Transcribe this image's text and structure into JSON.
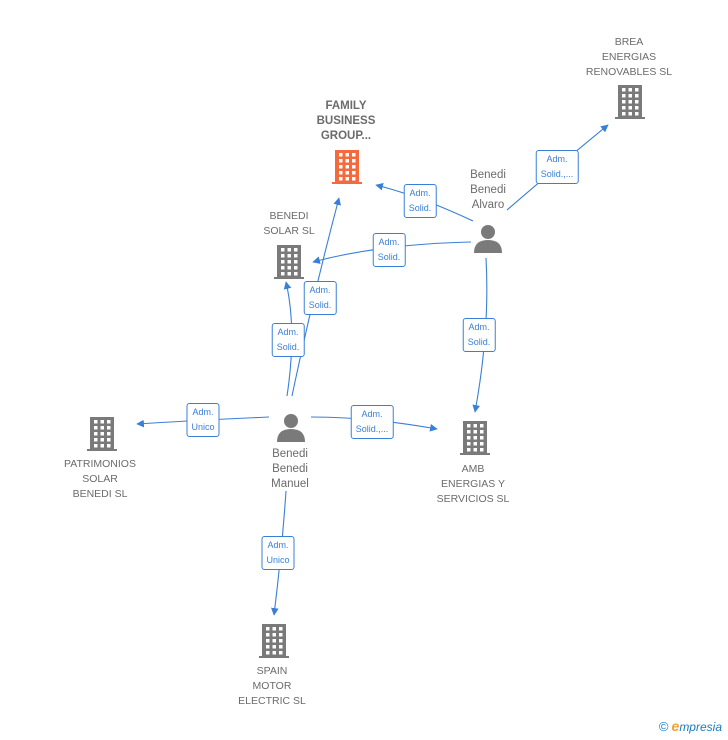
{
  "colors": {
    "edge": "#3a7fd6",
    "building": "#7a7a7a",
    "highlight_building": "#f26a3d",
    "person": "#7a7a7a",
    "text": "#6b6b6b"
  },
  "companies": [
    {
      "id": "family",
      "label": "FAMILY\nBUSINESS\nGROUP...",
      "highlight": true,
      "icon": "building-icon"
    },
    {
      "id": "brea",
      "label": "BREA\nENERGIAS\nRENOVABLES SL",
      "highlight": false,
      "icon": "building-icon"
    },
    {
      "id": "solar",
      "label": "BENEDI\nSOLAR SL",
      "highlight": false,
      "icon": "building-icon"
    },
    {
      "id": "patrimonios",
      "label": "PATRIMONIOS\nSOLAR\nBENEDI SL",
      "highlight": false,
      "icon": "building-icon"
    },
    {
      "id": "amb",
      "label": "AMB\nENERGIAS Y\nSERVICIOS SL",
      "highlight": false,
      "icon": "building-icon"
    },
    {
      "id": "spain",
      "label": "SPAIN\nMOTOR\nELECTRIC SL",
      "highlight": false,
      "icon": "building-icon"
    }
  ],
  "people": [
    {
      "id": "alvaro",
      "label": "Benedi\nBenedi\nAlvaro",
      "icon": "person-icon"
    },
    {
      "id": "manuel",
      "label": "Benedi\nBenedi\nManuel",
      "icon": "person-icon"
    }
  ],
  "edges": [
    {
      "id": "alvaro-family",
      "from": "alvaro",
      "to": "family",
      "label": "Adm.\nSolid."
    },
    {
      "id": "alvaro-brea",
      "from": "alvaro",
      "to": "brea",
      "label": "Adm.\nSolid.,..."
    },
    {
      "id": "alvaro-solar",
      "from": "alvaro",
      "to": "solar",
      "label": "Adm.\nSolid."
    },
    {
      "id": "alvaro-amb",
      "from": "alvaro",
      "to": "amb",
      "label": "Adm.\nSolid."
    },
    {
      "id": "manuel-family",
      "from": "manuel",
      "to": "family",
      "label": "Adm.\nSolid."
    },
    {
      "id": "manuel-solar",
      "from": "manuel",
      "to": "solar",
      "label": "Adm.\nSolid."
    },
    {
      "id": "manuel-patrimonios",
      "from": "manuel",
      "to": "patrimonios",
      "label": "Adm.\nUnico"
    },
    {
      "id": "manuel-amb",
      "from": "manuel",
      "to": "amb",
      "label": "Adm.\nSolid.,..."
    },
    {
      "id": "manuel-spain",
      "from": "manuel",
      "to": "spain",
      "label": "Adm.\nUnico"
    }
  ],
  "watermark": {
    "copyright": "©",
    "brand_initial": "e",
    "brand_rest": "mpresia"
  }
}
